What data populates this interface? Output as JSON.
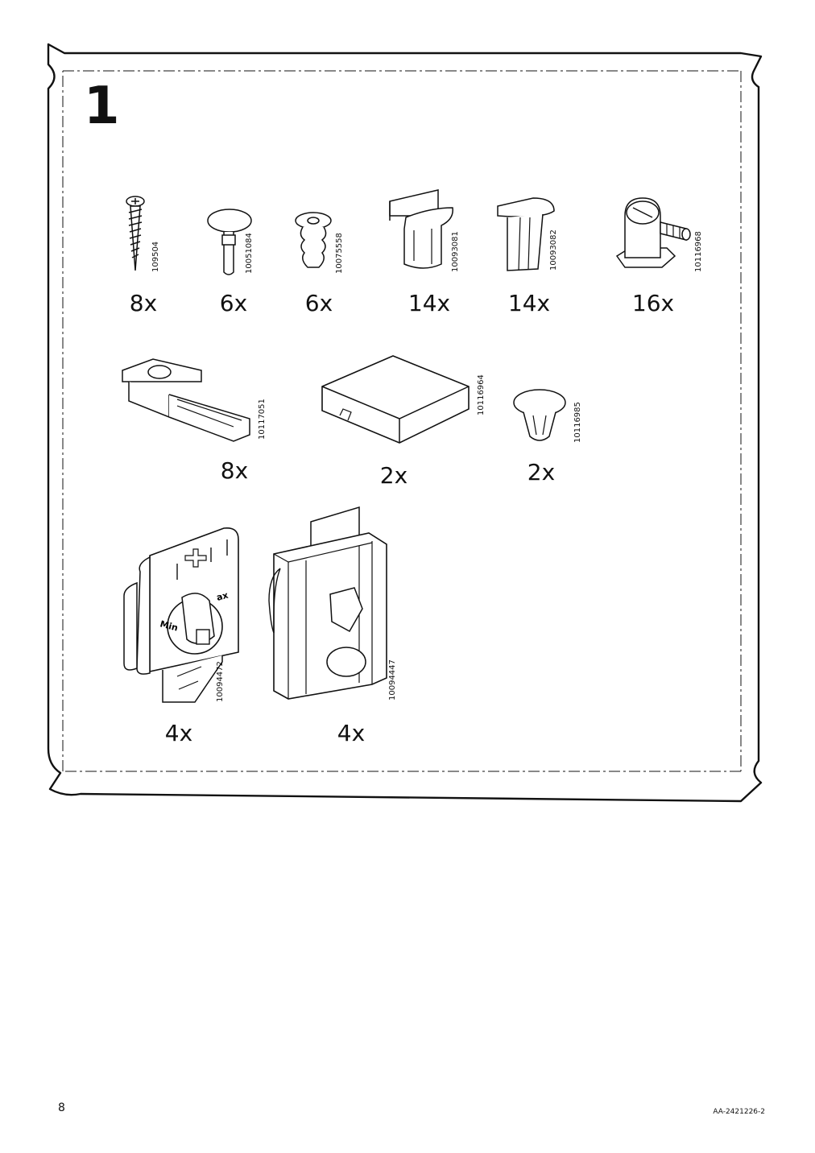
{
  "step_number": "1",
  "parts": [
    {
      "code": "109504",
      "qty": "8x"
    },
    {
      "code": "10051084",
      "qty": "6x"
    },
    {
      "code": "10075558",
      "qty": "6x"
    },
    {
      "code": "10093081",
      "qty": "14x"
    },
    {
      "code": "10093082",
      "qty": "14x"
    },
    {
      "code": "10116968",
      "qty": "16x"
    },
    {
      "code": "10117051",
      "qty": "8x"
    },
    {
      "code": "10116964",
      "qty": "2x"
    },
    {
      "code": "10116985",
      "qty": "2x"
    },
    {
      "code": "10094472",
      "qty": "4x"
    },
    {
      "code": "10094447",
      "qty": "4x"
    }
  ],
  "hinge_labels": {
    "min": "Min",
    "max": "ax"
  },
  "footer": {
    "page_number": "8",
    "document_id": "AA-2421226-2"
  },
  "colors": {
    "line": "#111111",
    "paper": "#ffffff"
  }
}
